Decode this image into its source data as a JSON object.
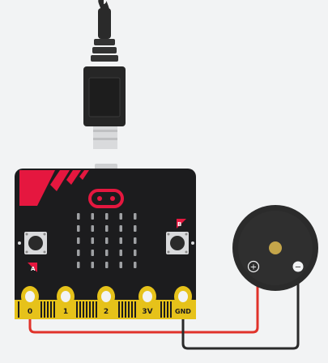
{
  "board": {
    "button_a_label": "A",
    "button_b_label": "B",
    "pins": [
      {
        "label": "0"
      },
      {
        "label": "1"
      },
      {
        "label": "2"
      },
      {
        "label": "3V"
      },
      {
        "label": "GND"
      }
    ]
  },
  "buzzer": {
    "positive_label": "+",
    "negative_label": "−"
  },
  "led_matrix": {
    "rows": 5,
    "cols": 5
  },
  "colors": {
    "background": "#f2f3f4",
    "board": "#1c1c1e",
    "accent": "#e5173f",
    "gold": "#e6c21a",
    "red_wire": "#e0322a",
    "black_wire": "#2a2a2a",
    "buzzer_body": "#2b2b2b",
    "buzzer_center": "#c4a54a"
  }
}
